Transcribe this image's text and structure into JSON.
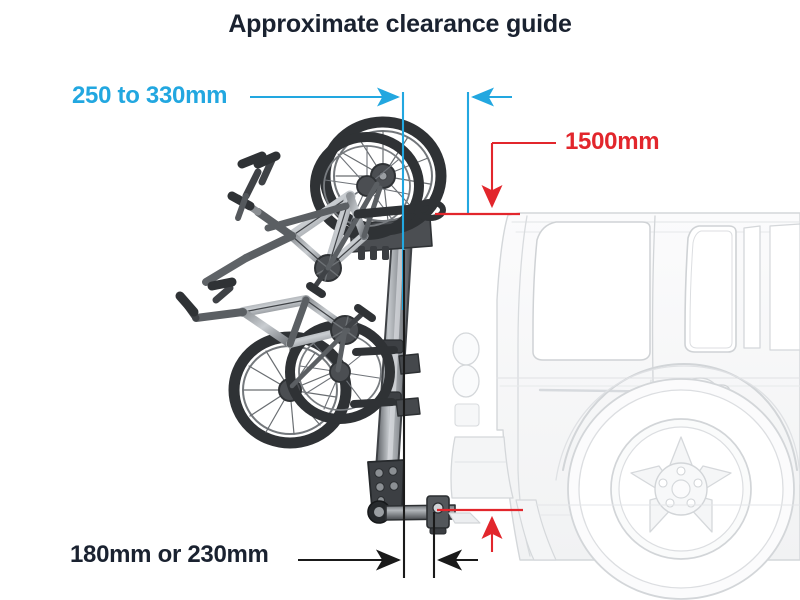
{
  "title": "Approximate clearance guide",
  "colors": {
    "title_text": "#1a2230",
    "cyan_dimension": "#22a7e0",
    "red_dimension": "#e2262c",
    "black_dimension": "#1a1a1a",
    "bike_dark": "#3f4246",
    "bike_mid": "#6e7277",
    "vehicle_outline": "#d4d7da",
    "background": "#ffffff"
  },
  "dimensions": {
    "clearance_gap": {
      "label": "250 to 330mm",
      "color": "#22a7e0",
      "description": "horizontal gap between bike rack and rear of vehicle"
    },
    "height": {
      "label": "1500mm",
      "color": "#e2262c",
      "description": "vertical height from towbar to top of vehicle roof line"
    },
    "ground": {
      "label": "180mm or 230mm",
      "color": "#1a1a1a",
      "description": "horizontal offset at towbar level"
    }
  },
  "graphic": {
    "bike_rack_name": "tow-bar mounted bike rack with two bicycles",
    "vehicle_name": "rear three-quarter outline of a van"
  }
}
